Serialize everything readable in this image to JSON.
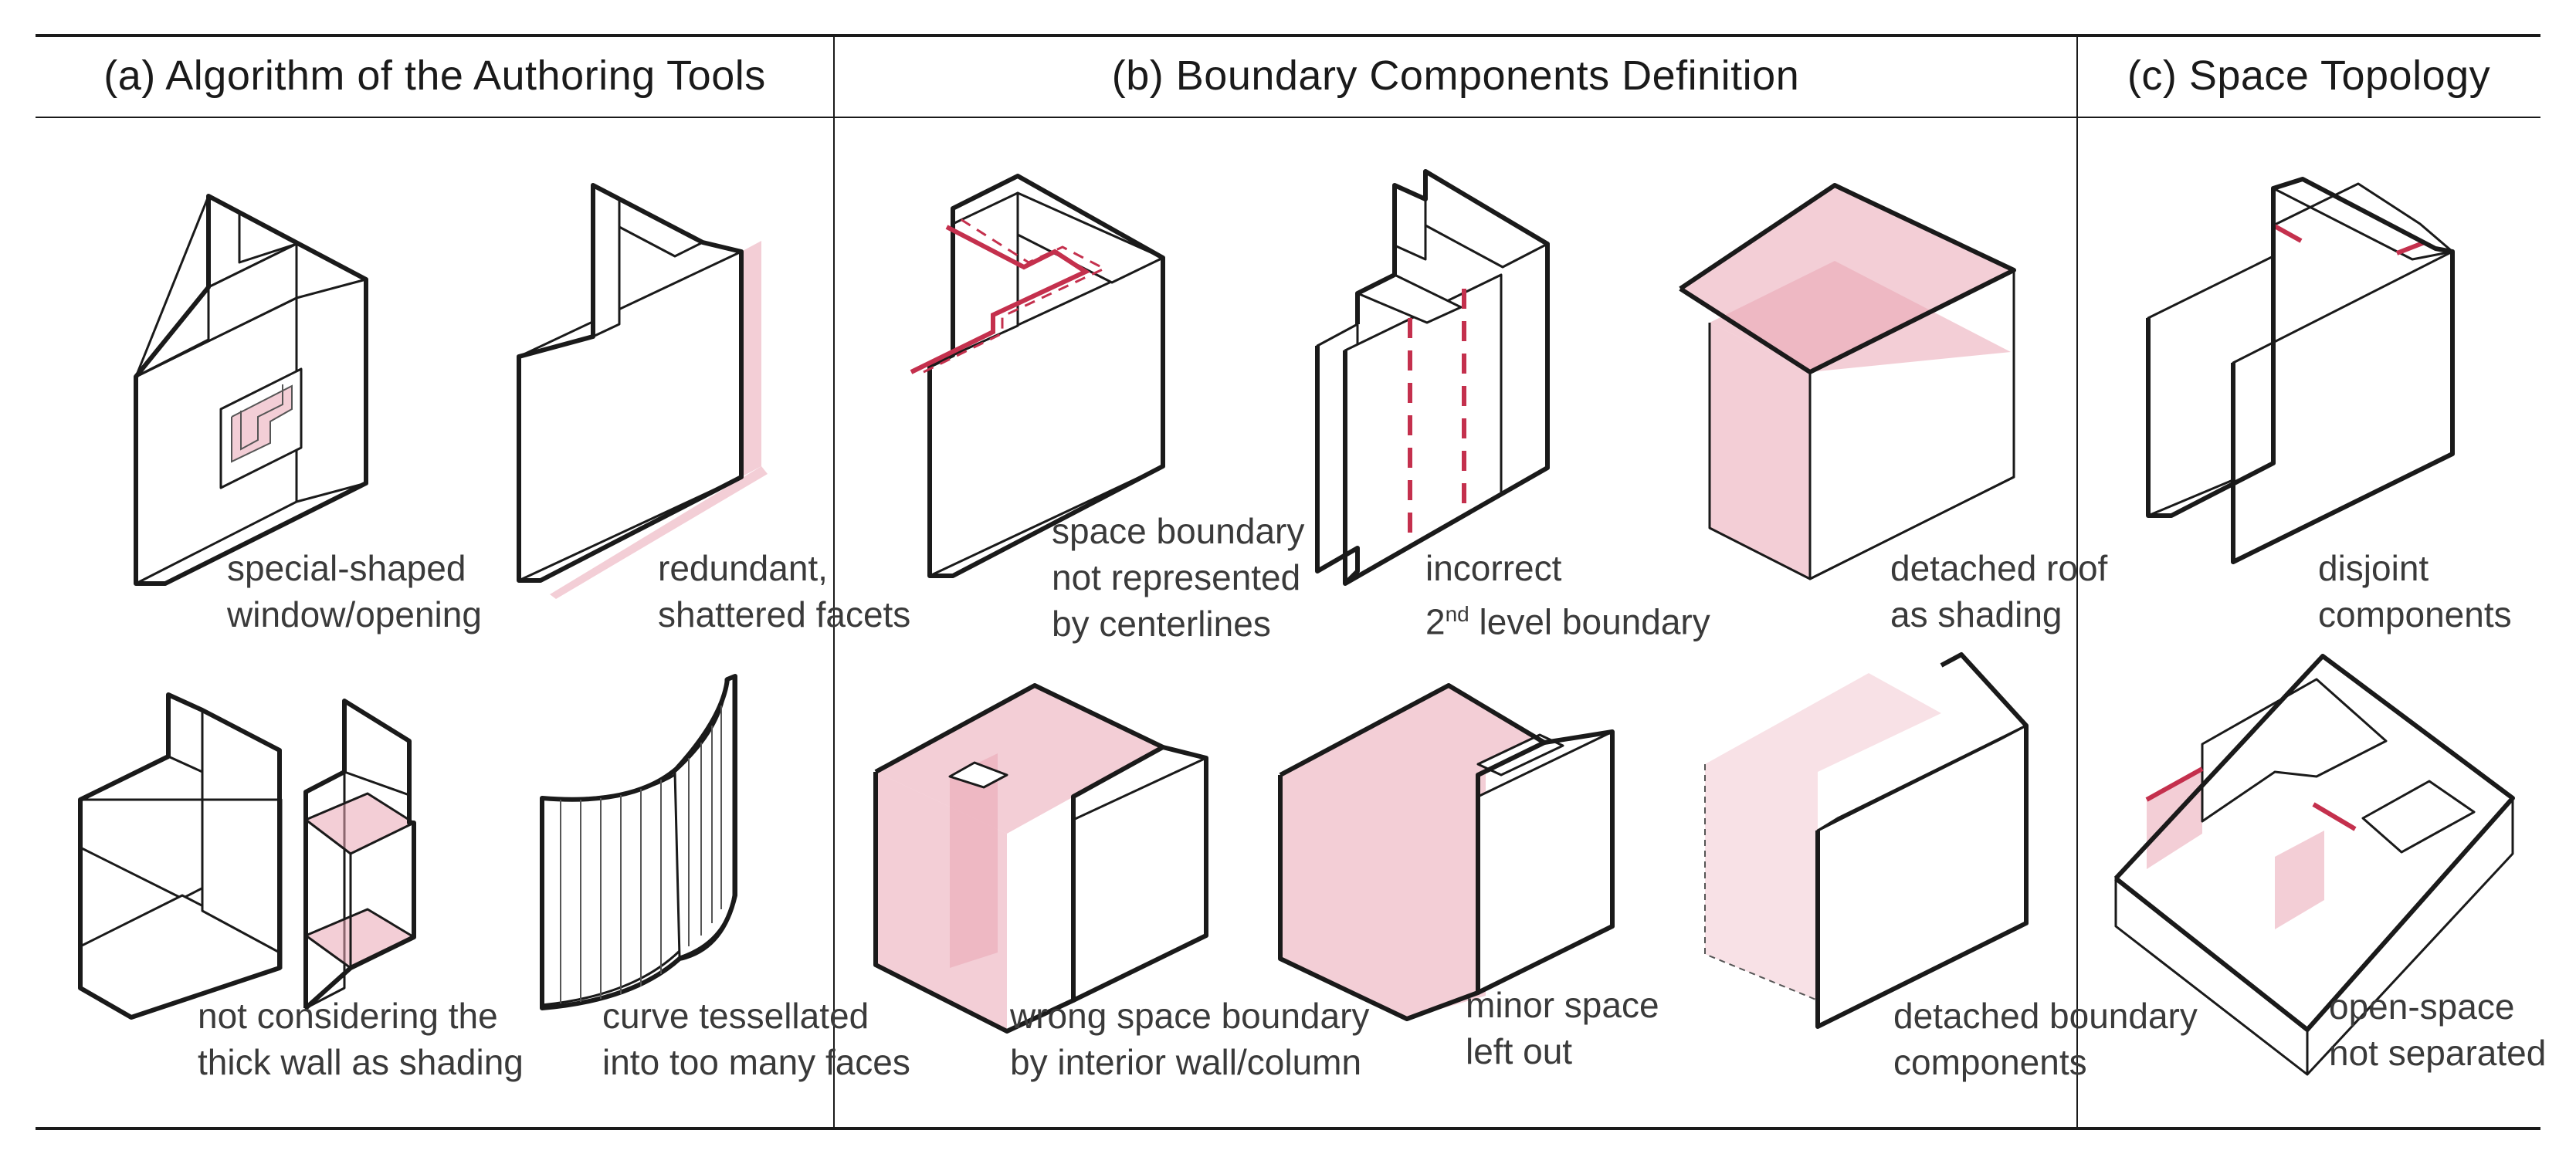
{
  "headers": {
    "a": "(a) Algorithm of the Authoring Tools",
    "b": "(b) Boundary Components Definition",
    "c": "(c) Space Topology"
  },
  "captions": {
    "a1": [
      "special-shaped",
      "window/opening"
    ],
    "a2": [
      "redundant,",
      "shattered facets"
    ],
    "a3": [
      "not considering the",
      "thick wall as shading"
    ],
    "a4": [
      "curve tessellated",
      "into too many faces"
    ],
    "b1": [
      "space boundary",
      "not represented",
      "by centerlines"
    ],
    "b2_line1": "incorrect",
    "b2_ord": "2",
    "b2_sup": "nd",
    "b2_rest": " level boundary",
    "b3": [
      "detached roof",
      "as shading"
    ],
    "b4": [
      "wrong space boundary",
      "by interior wall/column"
    ],
    "b5": [
      "minor space",
      "left out"
    ],
    "b6": [
      "detached boundary",
      "components"
    ],
    "c1": [
      "disjoint",
      "components"
    ],
    "c2": [
      "open-space",
      "not separated"
    ]
  },
  "colors": {
    "highlight": "#e9a6b4",
    "highlight_line": "#c4304d",
    "line": "#1a1a1a"
  }
}
